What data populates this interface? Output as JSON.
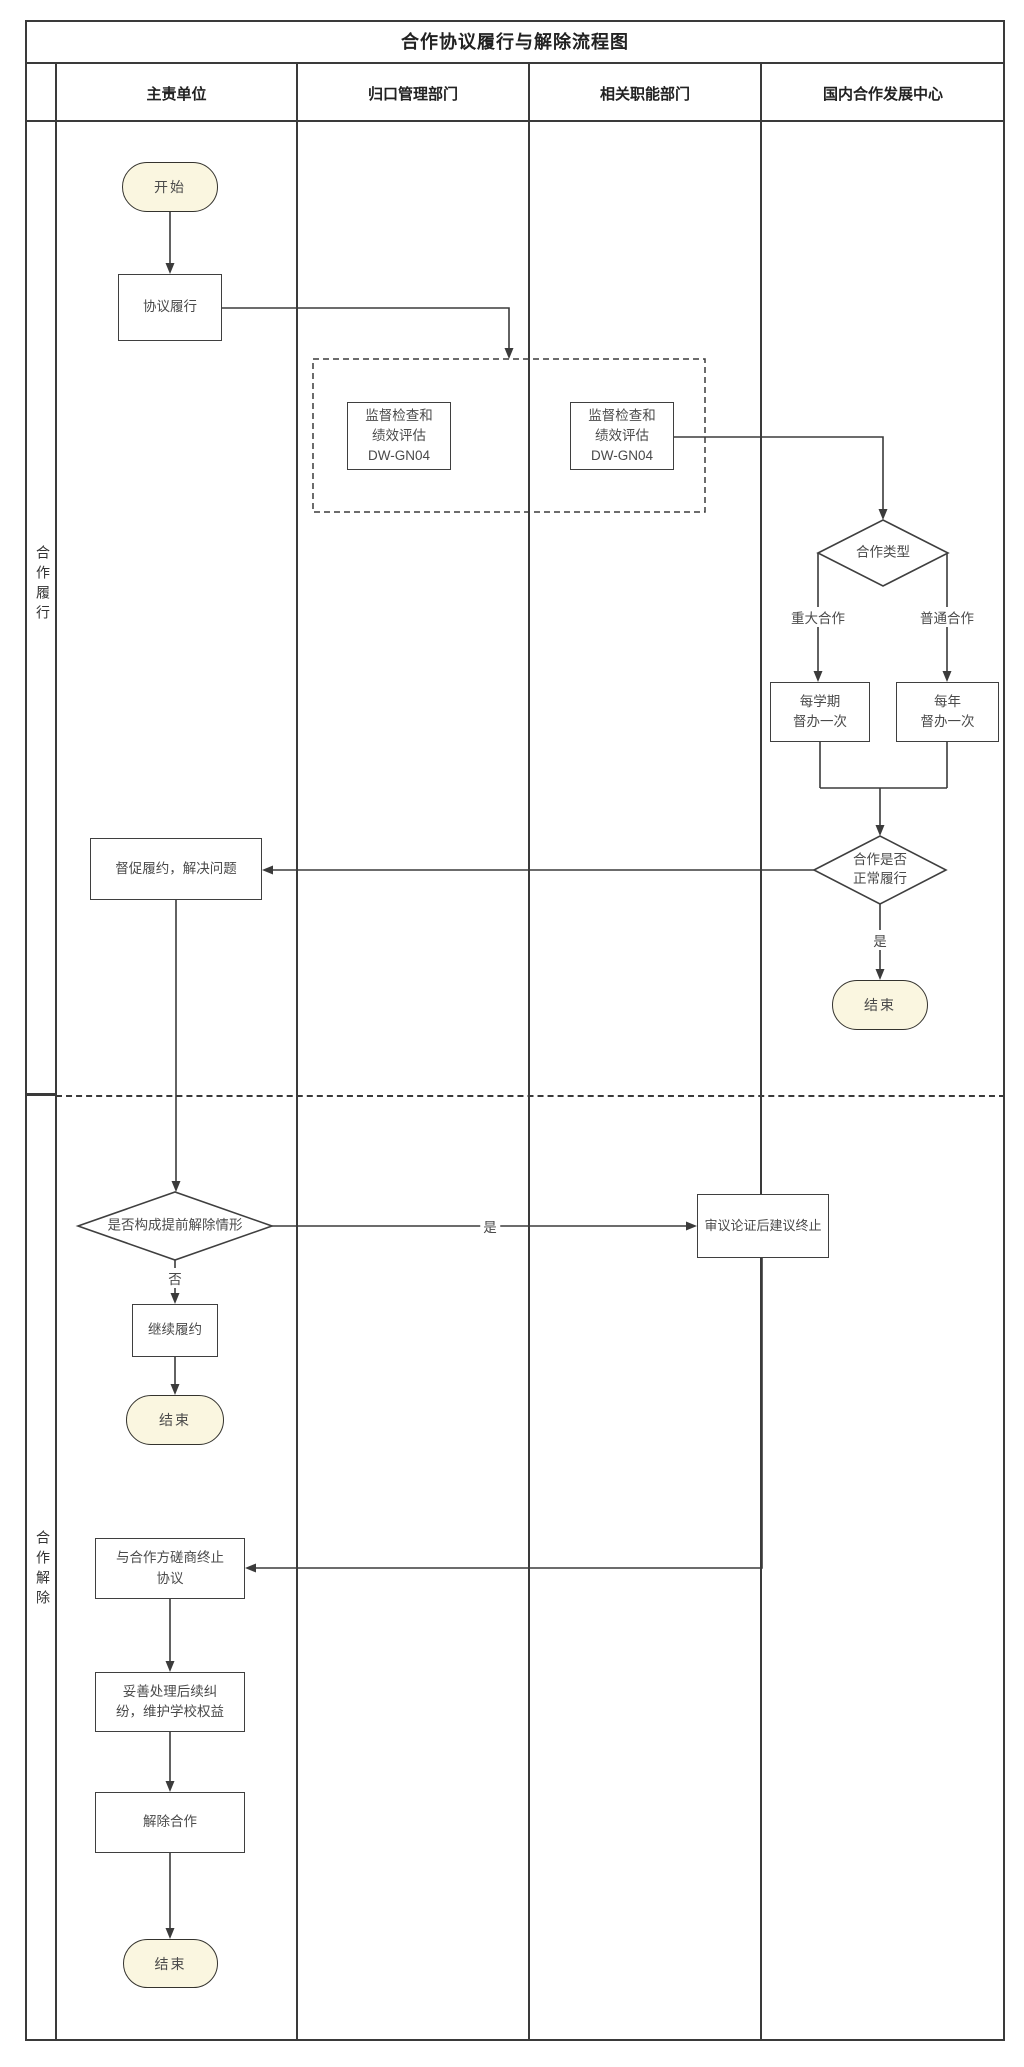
{
  "title": "合作协议履行与解除流程图",
  "lanes": [
    "主责单位",
    "归口管理部门",
    "相关职能部门",
    "国内合作发展中心"
  ],
  "phases": [
    "合作履行",
    "合作解除"
  ],
  "nodes": {
    "start": "开始",
    "perform": "协议履行",
    "supervise1": [
      "监督检查和",
      "绩效评估",
      "DW-GN04"
    ],
    "supervise2": [
      "监督检查和",
      "绩效评估",
      "DW-GN04"
    ],
    "coop_type": "合作类型",
    "semester": [
      "每学期",
      "督办一次"
    ],
    "yearly": [
      "每年",
      "督办一次"
    ],
    "normal_check": [
      "合作是否",
      "正常履行"
    ],
    "end_normal": "结束",
    "urge": "督促履约，解决问题",
    "early_check": "是否构成提前解除情形",
    "review": "审议论证后建议终止",
    "continue_perform": "继续履约",
    "end_continue": "结束",
    "negotiate": [
      "与合作方磋商终止",
      "协议"
    ],
    "settle": [
      "妥善处理后续纠",
      "纷，维护学校权益"
    ],
    "terminate": "解除合作",
    "end_terminate": "结束"
  },
  "edge_labels": {
    "major": "重大合作",
    "ordinary": "普通合作",
    "yes_normal": "是",
    "yes_early": "是",
    "no_early": "否"
  },
  "colors": {
    "line": "#3b3b3b",
    "terminal_fill": "#faf6e0",
    "border": "#3f3f3f",
    "text": "#4a4a4a"
  }
}
